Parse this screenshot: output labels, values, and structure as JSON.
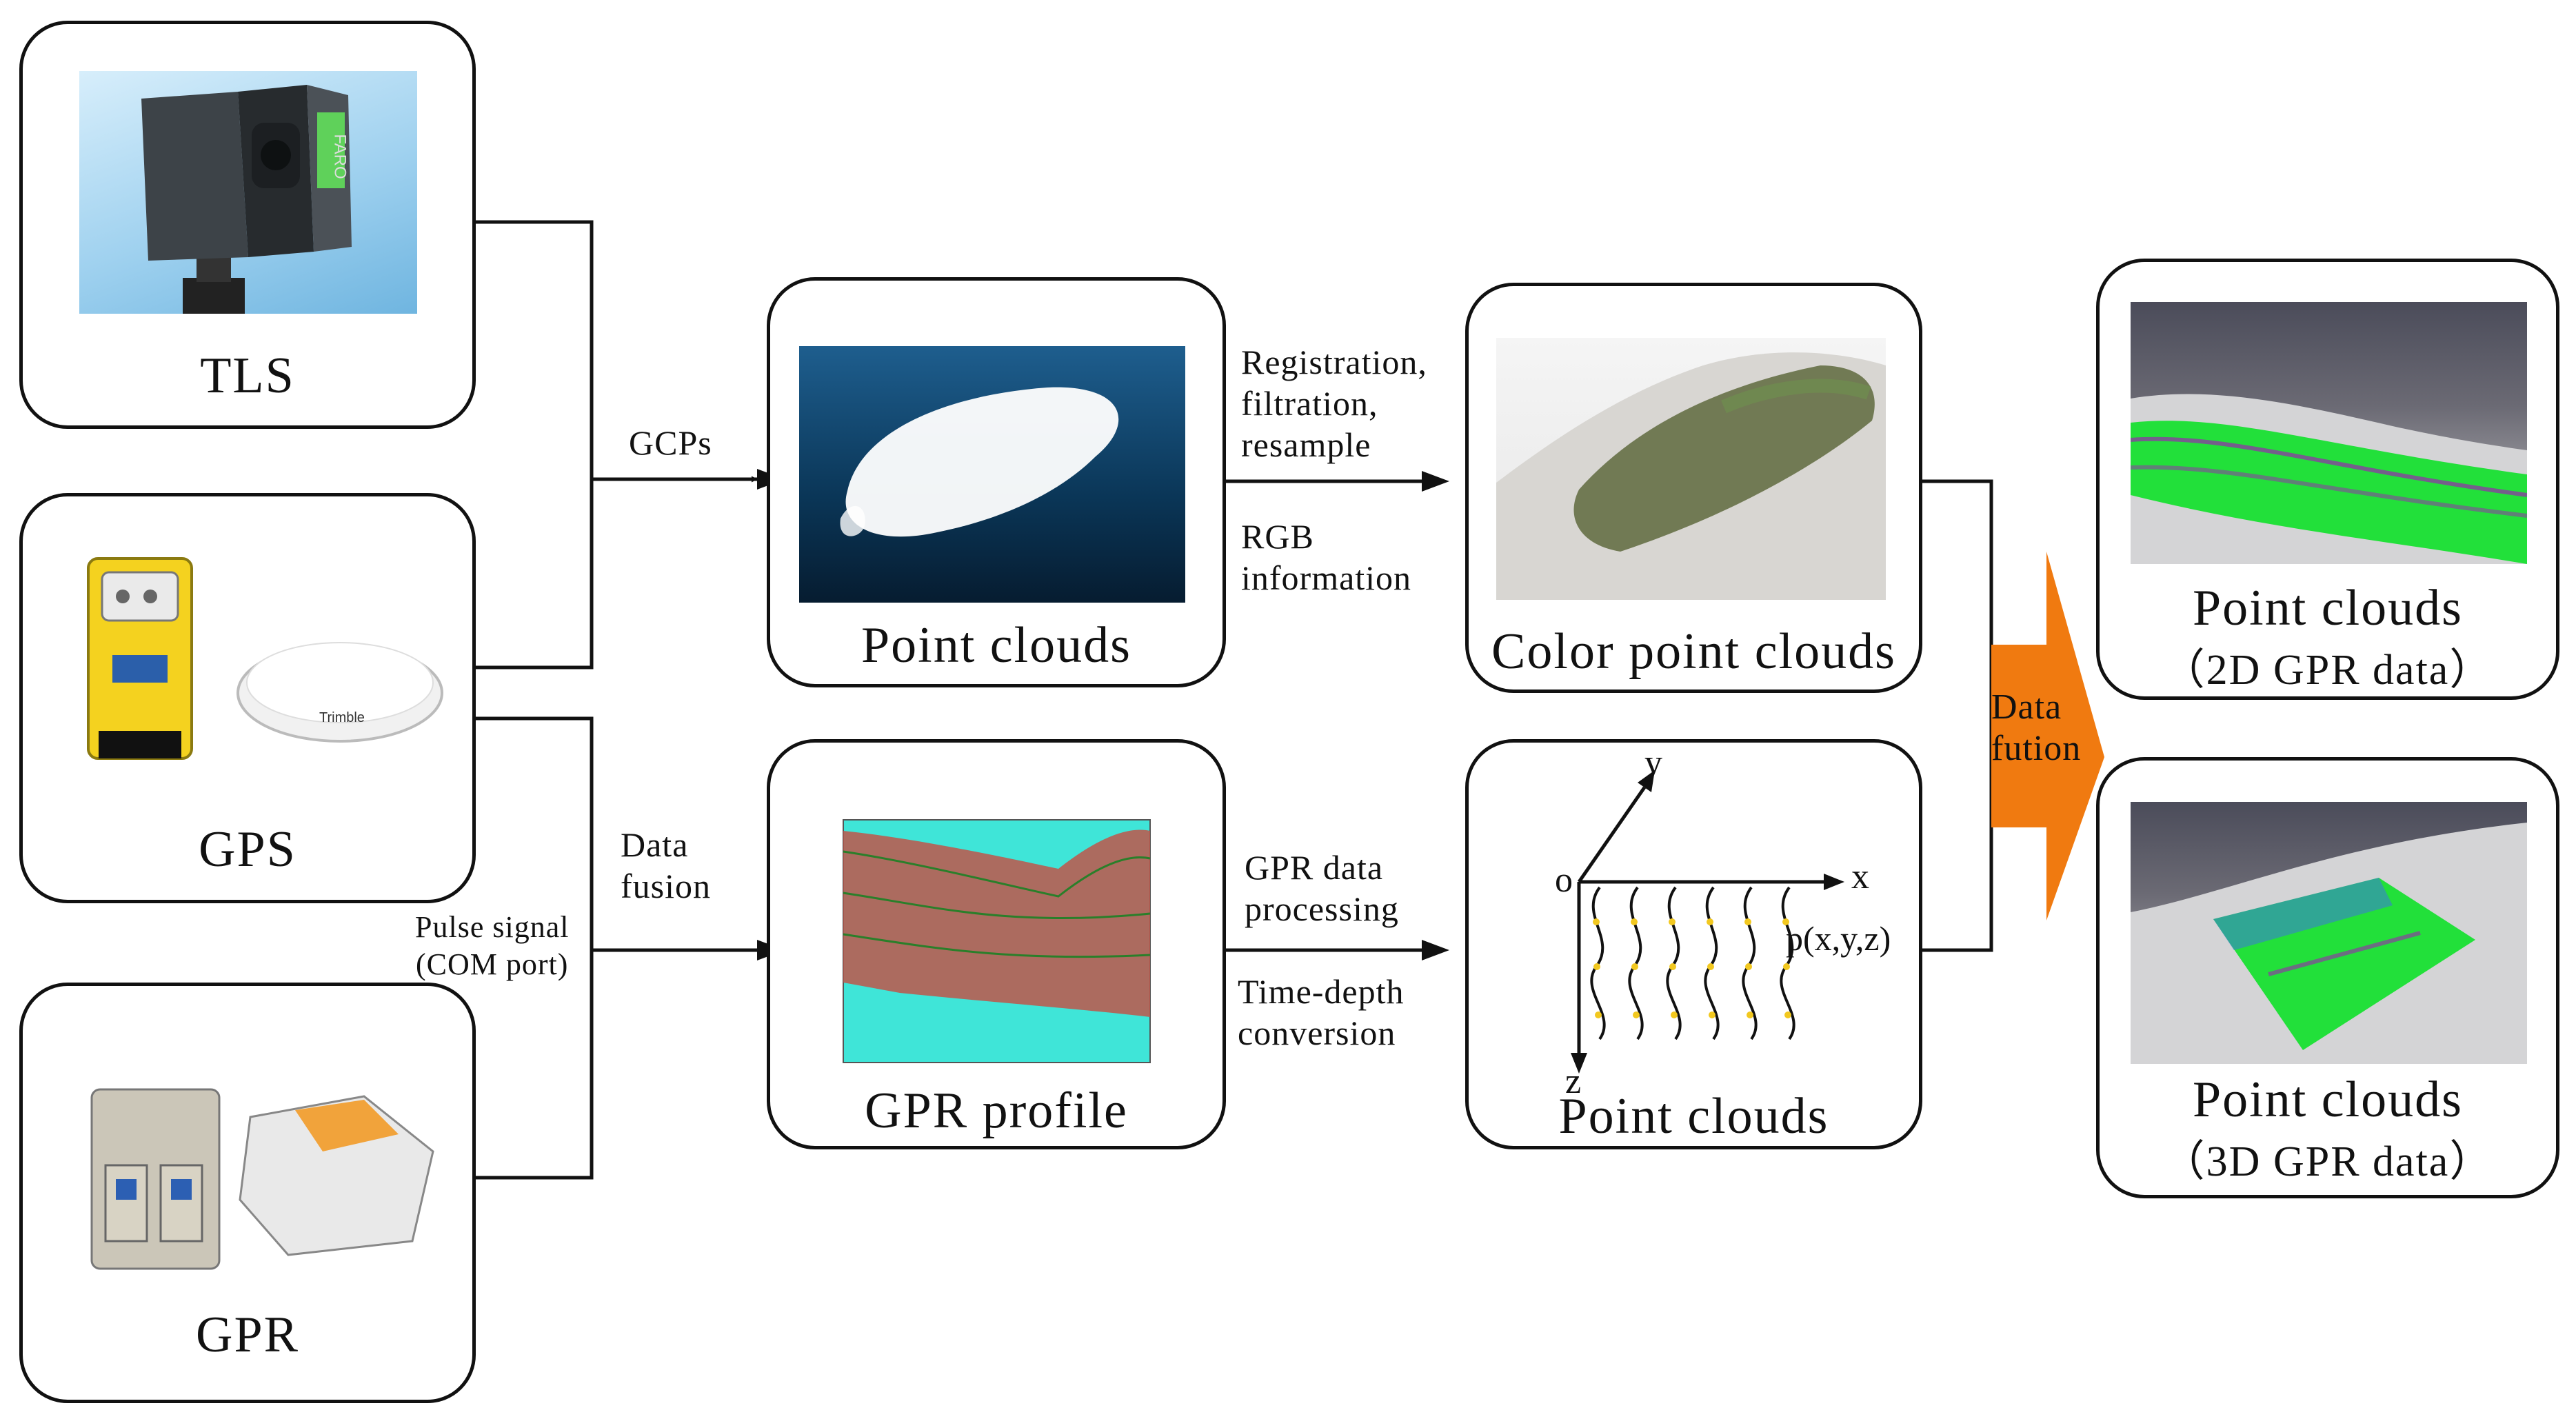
{
  "devices": {
    "tls": {
      "label": "TLS"
    },
    "gps": {
      "label": "GPS"
    },
    "gpr": {
      "label": "GPR"
    }
  },
  "inputs": {
    "point_clouds_label": "Point  clouds",
    "gpr_profile_label": "GPR profile"
  },
  "processed": {
    "color_point_clouds_label": "Color point  clouds",
    "gpr_point_clouds_label": "Point  clouds"
  },
  "outputs": {
    "out_2d_line1": "Point  clouds",
    "out_2d_line2": "（2D  GPR  data）",
    "out_3d_line1": "Point  clouds",
    "out_3d_line2": "（3D  GPR  data）"
  },
  "edge_labels": {
    "gcps": "GCPs",
    "data_fusion": "Data\nfusion",
    "pulse_signal": "Pulse signal\n(COM port)",
    "registration": "Registration,\nfiltration,\nresample",
    "rgb": "RGB\ninformation",
    "gpr_processing": "GPR data\nprocessing",
    "time_depth": "Time-depth\nconversion",
    "data_fution": "Data\nfution"
  },
  "axes": {
    "origin": "o",
    "x": "x",
    "y": "y",
    "z": "z",
    "point": "p(x,y,z)"
  },
  "device_brands": {
    "tls_brand": "FARO",
    "gps_brand": "Trimble"
  },
  "colors": {
    "line": "#111111",
    "fusion_arrow": "#f07a10",
    "point_cloud_bg": "#0d3a5e",
    "gpr_profile_bg": "#3fe5d8",
    "gpr_trace_color": "#c0392b",
    "gpr_green": "#22e03a"
  }
}
